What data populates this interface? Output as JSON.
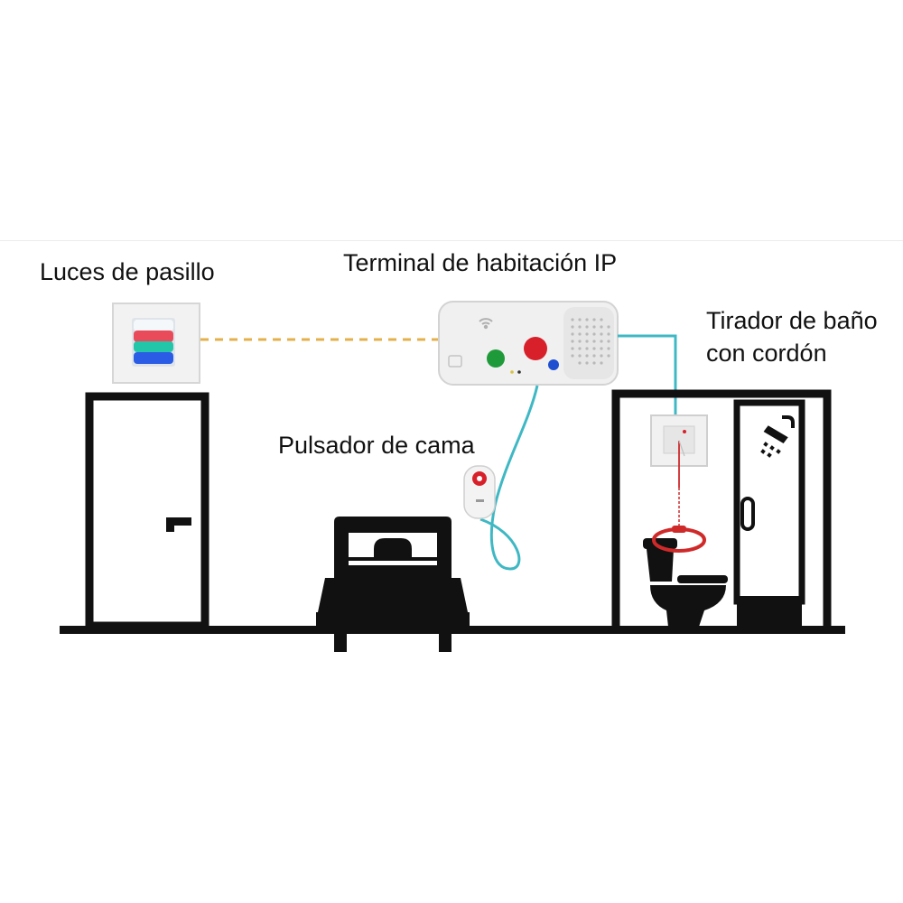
{
  "labels": {
    "hallway_lights": "Luces de pasillo",
    "room_terminal": "Terminal de habitación IP",
    "bed_button": "Pulsador de cama",
    "bath_pull_cord_line1": "Tirador de baño",
    "bath_pull_cord_line2": "con cordón"
  },
  "colors": {
    "wire": "#3fb8c4",
    "dashed_link": "#e3b04b",
    "outline": "#111111",
    "device_body": "#efefef",
    "light_white": "#f4f8fb",
    "light_red": "#e94b5b",
    "light_teal": "#23c6a8",
    "light_blue": "#2a5ce6",
    "button_green": "#1f9a3a",
    "button_red": "#d8202a",
    "button_blue": "#1f4fd0",
    "pull_ring": "#cf2a2a"
  },
  "icons": [
    "wifi-icon",
    "shower-icon"
  ]
}
